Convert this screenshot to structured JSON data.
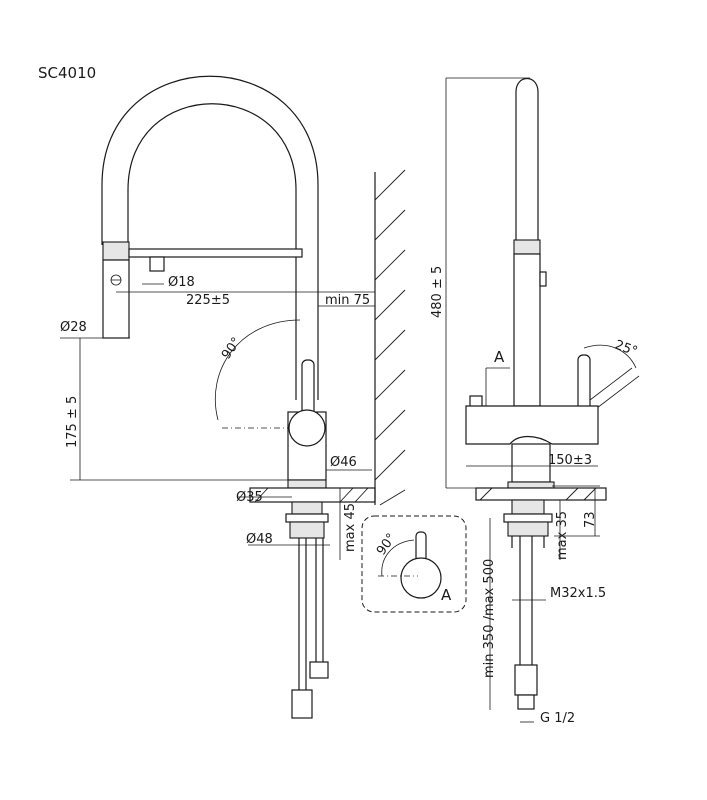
{
  "title": "SC4010",
  "dimensions": {
    "d18": "Ø18",
    "d28": "Ø28",
    "d35": "Ø35",
    "d46": "Ø46",
    "d48": "Ø48",
    "reach": "225±5",
    "min75": "min 75",
    "h175": "175 ± 5",
    "max45": "max 45",
    "angle90": "90°",
    "angle90_detail": "90°",
    "h480": "480 ± 5",
    "angle25": "25°",
    "w150": "150±3",
    "h73": "73",
    "max35": "max 35",
    "thread": "M32x1.5",
    "hose": "min 350 /max 500",
    "g12": "G 1/2"
  },
  "markers": {
    "section_marker": "A",
    "detail_label": "A"
  }
}
